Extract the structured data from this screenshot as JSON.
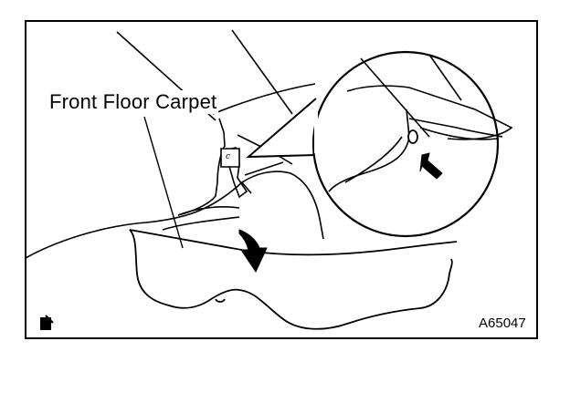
{
  "figure": {
    "label": "Front Floor Carpet",
    "clip_letter": "c",
    "figure_code": "A65047"
  },
  "icons": [
    "pull-direction-arrow-icon",
    "detail-pointer-arrow-icon",
    "page-corner-icon"
  ],
  "colors": {
    "ink": "#000000",
    "paper": "#ffffff"
  }
}
